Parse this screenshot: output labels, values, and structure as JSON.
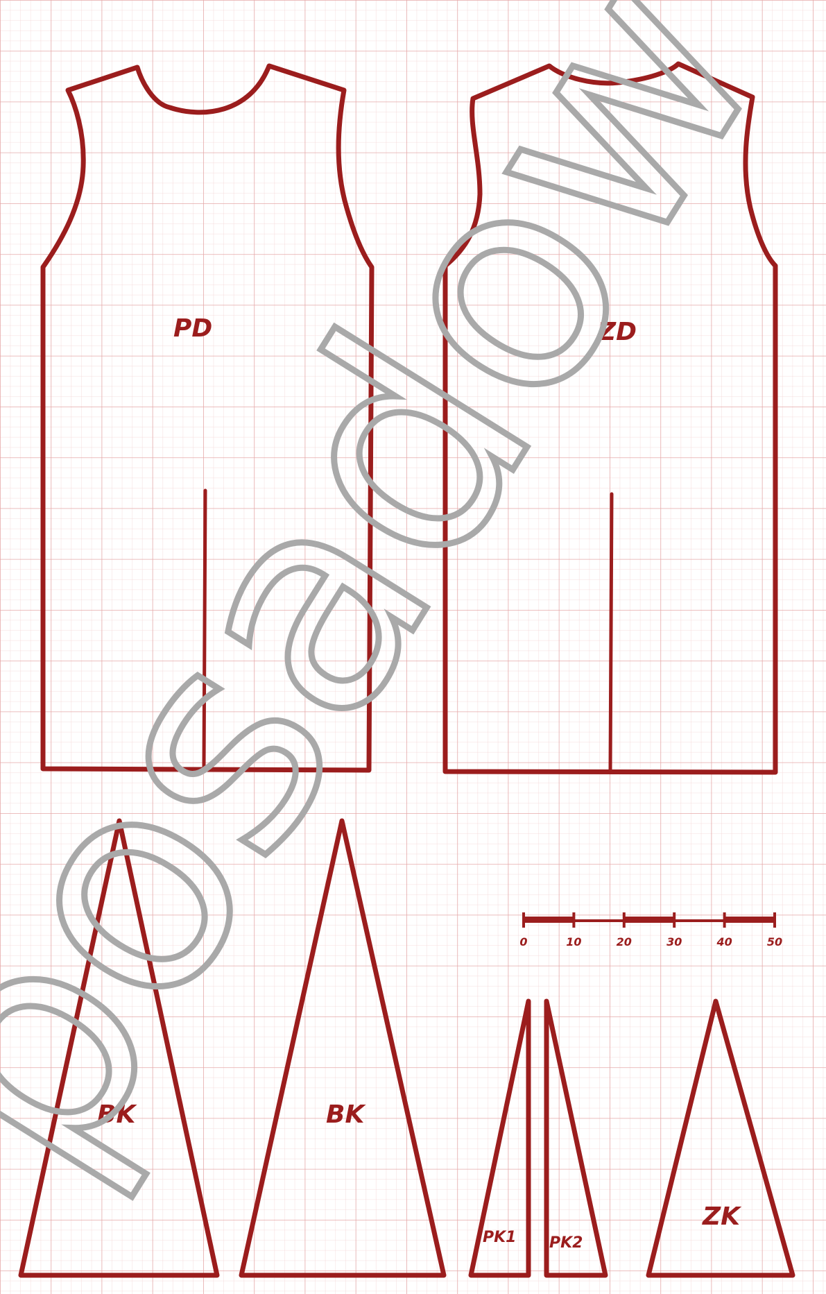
{
  "pieces": {
    "front": {
      "label": "PD"
    },
    "back": {
      "label": "ZD"
    },
    "side_gore_1": {
      "label": "BK"
    },
    "side_gore_2": {
      "label": "BK"
    },
    "front_gore_1": {
      "label": "PK1"
    },
    "front_gore_2": {
      "label": "PK2"
    },
    "back_gore": {
      "label": "ZK"
    }
  },
  "scale_bar": {
    "ticks": [
      "0",
      "10",
      "20",
      "30",
      "40",
      "50"
    ]
  },
  "watermark": {
    "text": "posadow"
  },
  "colors": {
    "ink": "#9b1d1d",
    "grid_fine": "#f3d2d2",
    "grid_major": "#e5a8a8",
    "watermark": "#a9a9a9"
  }
}
